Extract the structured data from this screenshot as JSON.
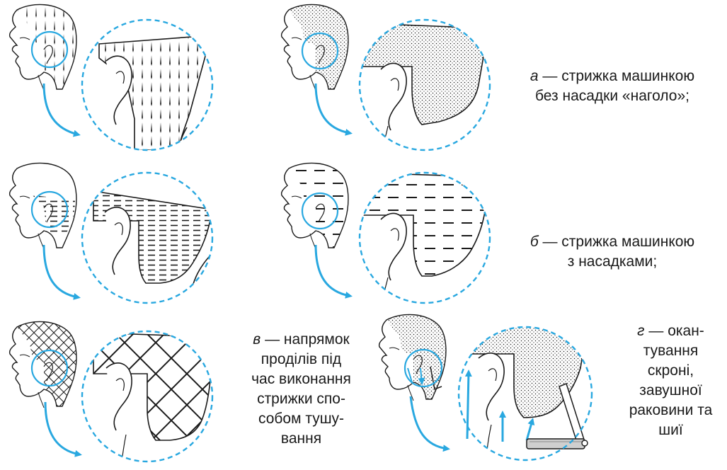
{
  "colors": {
    "accent": "#29a8e0",
    "ink": "#1a1a1a",
    "background": "#ffffff"
  },
  "captions": {
    "a": {
      "letter": "а",
      "text": " — стрижка машинкою\nбез насадки «наголо»;"
    },
    "b": {
      "letter": "б",
      "text": " — стрижка машинкою\nз насадками;"
    },
    "v": {
      "letter": "в",
      "text": " — напрямок\nпроділів під\nчас виконання\nстрижки спо-\nсобом тушу-\nвання"
    },
    "g": {
      "letter": "г",
      "text": " — окан-\nтування\nскроні,\nзавушної\nраковини та\nшиї"
    }
  },
  "panels": [
    {
      "id": "a-long-hair",
      "fill": "strokes"
    },
    {
      "id": "a-dotted",
      "fill": "dots"
    },
    {
      "id": "b-dense-dash",
      "fill": "dense-dashes"
    },
    {
      "id": "b-sparse-dash",
      "fill": "sparse-dashes"
    },
    {
      "id": "v-crosshatch",
      "fill": "crosshatch"
    },
    {
      "id": "g-edging",
      "fill": "dots"
    }
  ]
}
